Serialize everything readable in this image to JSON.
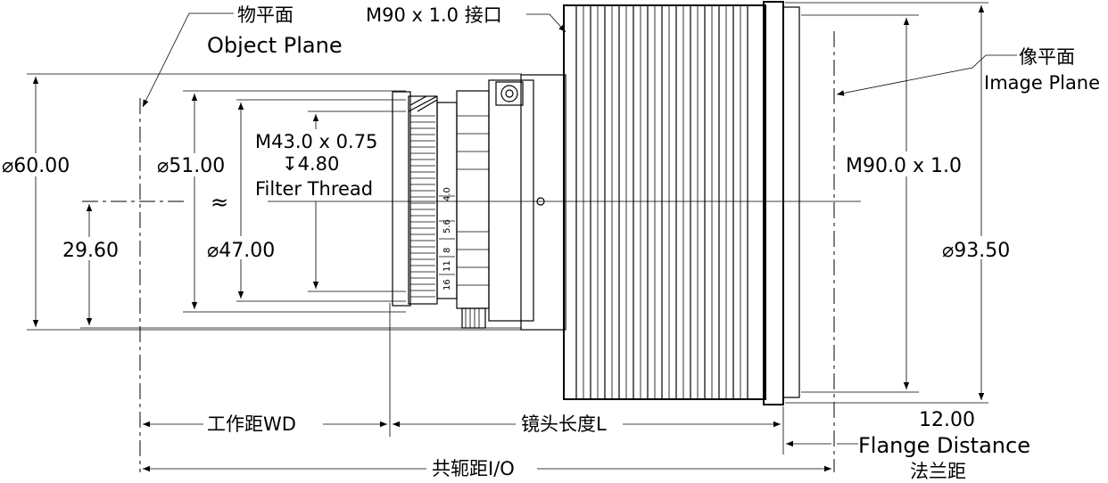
{
  "labels": {
    "object_plane_cn": "物平面",
    "object_plane_en": "Object Plane",
    "mount_thread": "M90 x 1.0 接口",
    "image_plane_cn": "像平面",
    "image_plane_en": "Image Plane",
    "filter_thread_spec": "M43.0 x 0.75",
    "filter_thread_depth": "↧4.80",
    "filter_thread_en": "Filter Thread",
    "approx_symbol": "≈",
    "rear_thread": "M90.0 x 1.0",
    "working_distance": "工作距WD",
    "lens_length": "镜头长度L",
    "flange_value": "12.00",
    "flange_en": "Flange Distance",
    "flange_cn": "法兰距",
    "total_conjugate": "共轭距I/O"
  },
  "dimensions": {
    "diameter_60": "⌀60.00",
    "diameter_51": "⌀51.00",
    "diameter_47": "⌀47.00",
    "height_29_60": "29.60",
    "diameter_93_50": "⌀93.50"
  },
  "ring_markings": [
    "4.0",
    "5.6",
    "8",
    "11",
    "16"
  ]
}
